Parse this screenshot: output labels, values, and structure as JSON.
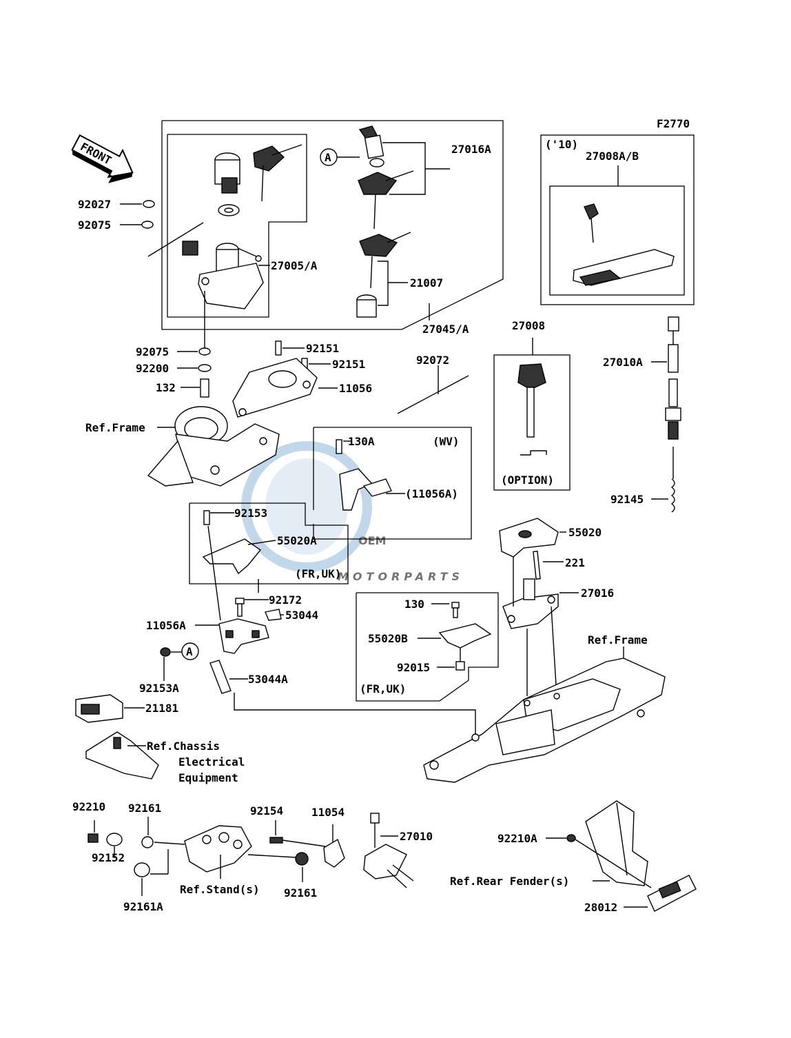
{
  "figure_code": "F2770",
  "front_label": "FRONT",
  "watermark": {
    "brand": "OEM",
    "sub": "MOTORPARTS",
    "color": "#8fb8d9"
  },
  "callout_A": "A",
  "labels": {
    "p92027": "92027",
    "p92075_top": "92075",
    "p27016A": "27016A",
    "p27005A": "27005/A",
    "p21007": "21007",
    "p27045A": "27045/A",
    "year_10": "('10)",
    "p27008AB": "27008A/B",
    "p27008": "27008",
    "p27010A": "27010A",
    "p92075_mid": "92075",
    "p92200": "92200",
    "p132": "132",
    "p92151_a": "92151",
    "p92151_b": "92151",
    "p11056": "11056",
    "p92072": "92072",
    "ref_frame_left": "Ref.Frame",
    "p130A": "130A",
    "wv": "(WV)",
    "p11056A_paren": "(11056A)",
    "option": "(OPTION)",
    "p92145": "92145",
    "p92153": "92153",
    "p55020A": "55020A",
    "fr_uk_1": "(FR,UK)",
    "p55020": "55020",
    "p221": "221",
    "p27016": "27016",
    "p92172": "92172",
    "p53044": "53044",
    "p11056A": "11056A",
    "p130": "130",
    "p55020B": "55020B",
    "p92015": "92015",
    "fr_uk_2": "(FR,UK)",
    "ref_frame_right": "Ref.Frame",
    "p92153A": "92153A",
    "p53044A": "53044A",
    "p21181": "21181",
    "ref_chassis_1": "Ref.Chassis",
    "ref_chassis_2": "Electrical",
    "ref_chassis_3": "Equipment",
    "p92210": "92210",
    "p92161_a": "92161",
    "p92154": "92154",
    "p11054": "11054",
    "p27010": "27010",
    "p92210A": "92210A",
    "p92152": "92152",
    "ref_stand": "Ref.Stand(s)",
    "p92161_b": "92161",
    "ref_rear_fender": "Ref.Rear Fender(s)",
    "p92161A": "92161A",
    "p28012": "28012"
  }
}
